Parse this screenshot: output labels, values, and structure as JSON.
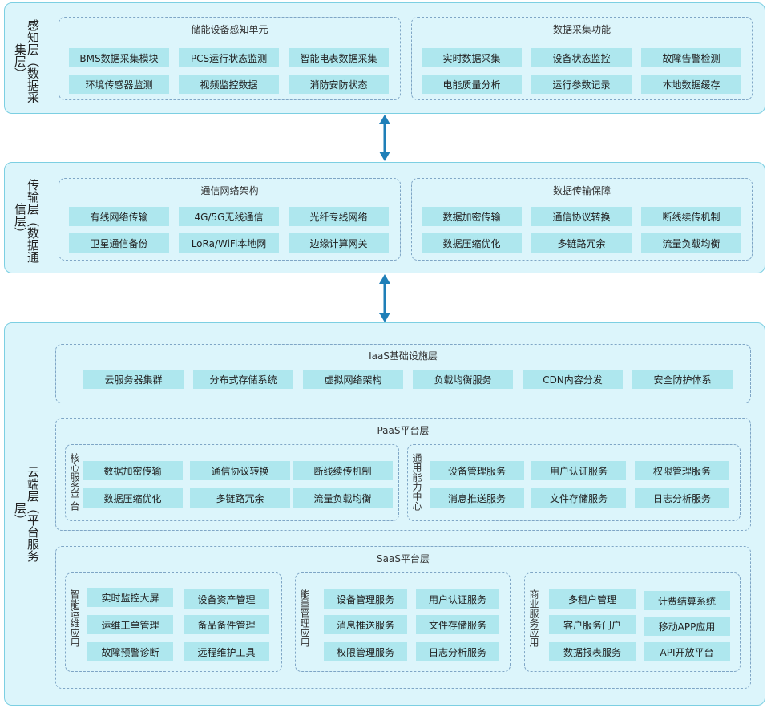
{
  "colors": {
    "layer_bg": "#dcf5fb",
    "layer_border": "#7ccfe2",
    "cell_bg": "#aee7ee",
    "dash_border": "#7fa6c6",
    "arrow": "#1f7fb8"
  },
  "layers": {
    "perception": {
      "label": "感知层（数据采集层）",
      "groups": [
        {
          "title": "储能设备感知单元",
          "items": [
            "BMS数据采集模块",
            "PCS运行状态监测",
            "智能电表数据采集",
            "环境传感器监测",
            "视频监控数据",
            "消防安防状态"
          ]
        },
        {
          "title": "数据采集功能",
          "items": [
            "实时数据采集",
            "设备状态监控",
            "故障告警检测",
            "电能质量分析",
            "运行参数记录",
            "本地数据缓存"
          ]
        }
      ]
    },
    "transport": {
      "label": "传输层（数据通信层）",
      "groups": [
        {
          "title": "通信网络架构",
          "items": [
            "有线网络传输",
            "4G/5G无线通信",
            "光纤专线网络",
            "卫星通信备份",
            "LoRa/WiFi本地网",
            "边缘计算网关"
          ]
        },
        {
          "title": "数据传输保障",
          "items": [
            "数据加密传输",
            "通信协议转换",
            "断线续传机制",
            "数据压缩优化",
            "多链路冗余",
            "流量负载均衡"
          ]
        }
      ]
    },
    "cloud": {
      "label": "云端层（平台服务层）",
      "iaas": {
        "title": "IaaS基础设施层",
        "items": [
          "云服务器集群",
          "分布式存储系统",
          "虚拟网络架构",
          "负载均衡服务",
          "CDN内容分发",
          "安全防护体系"
        ]
      },
      "paas": {
        "title": "PaaS平台层",
        "subgroups": [
          {
            "label": "核心服务平台",
            "items": [
              "数据加密传输",
              "通信协议转换",
              "断线续传机制",
              "数据压缩优化",
              "多链路冗余",
              "流量负载均衡"
            ]
          },
          {
            "label": "通用能力中心",
            "items": [
              "设备管理服务",
              "用户认证服务",
              "权限管理服务",
              "消息推送服务",
              "文件存储服务",
              "日志分析服务"
            ]
          }
        ]
      },
      "saas": {
        "title": "SaaS平台层",
        "subgroups": [
          {
            "label": "智能运维应用",
            "items": [
              "实时监控大屏",
              "设备资产管理",
              "运维工单管理",
              "备品备件管理",
              "故障预警诊断",
              "远程维护工具"
            ]
          },
          {
            "label": "能量管理应用",
            "items": [
              "设备管理服务",
              "用户认证服务",
              "消息推送服务",
              "文件存储服务",
              "权限管理服务",
              "日志分析服务"
            ]
          },
          {
            "label": "商业服务应用",
            "items": [
              "多租户管理",
              "计费结算系统",
              "客户服务门户",
              "移动APP应用",
              "数据报表服务",
              "API开放平台"
            ]
          }
        ]
      }
    }
  }
}
